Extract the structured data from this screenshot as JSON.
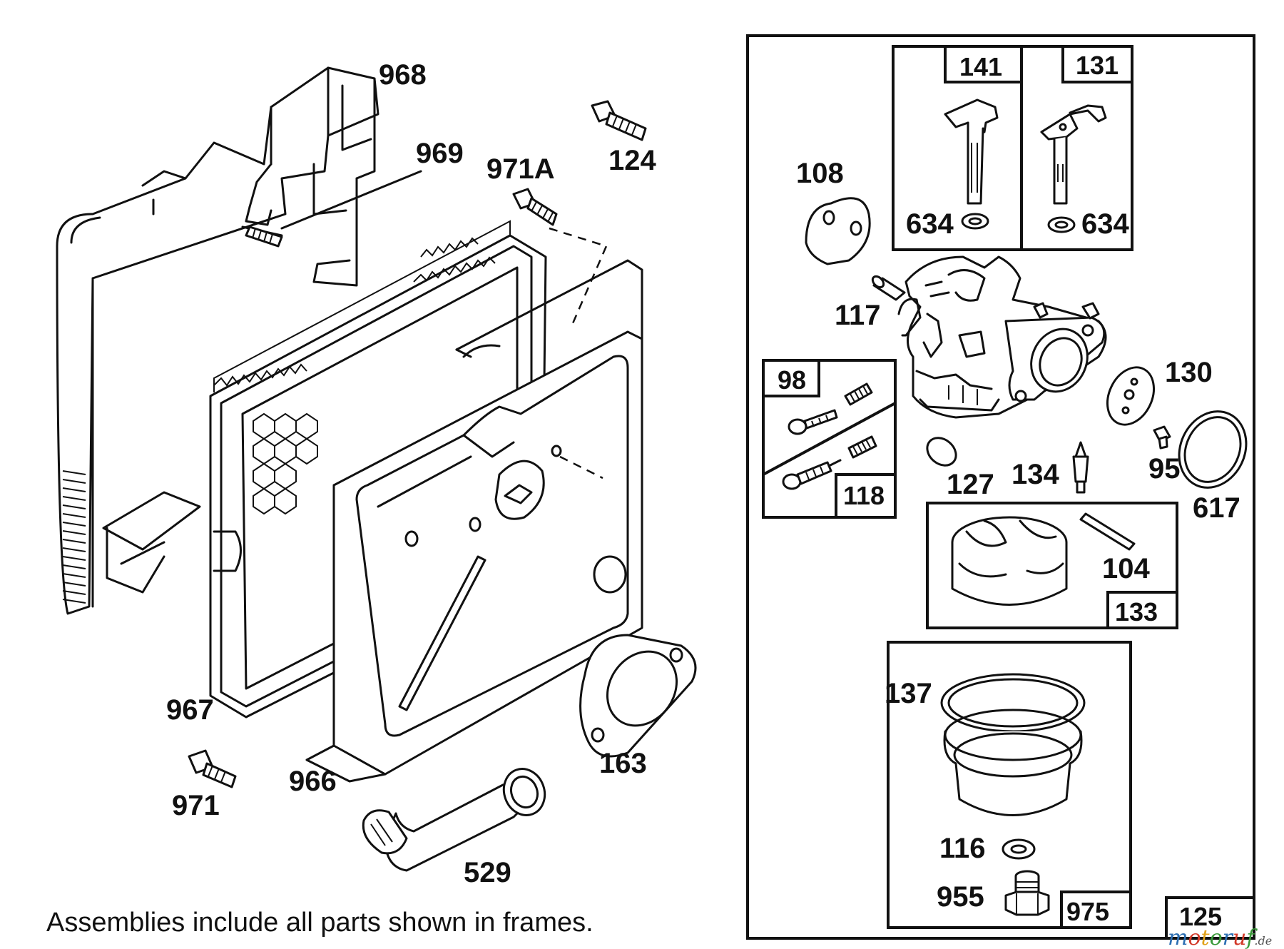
{
  "diagram": {
    "parts": {
      "p968": "968",
      "p969": "969",
      "p971A": "971A",
      "p124": "124",
      "p967": "967",
      "p966": "966",
      "p971": "971",
      "p163": "163",
      "p529": "529",
      "p108": "108",
      "p141": "141",
      "p131": "131",
      "p634a": "634",
      "p634b": "634",
      "p117": "117",
      "p98": "98",
      "p118": "118",
      "p130": "130",
      "p127": "127",
      "p134": "134",
      "p95": "95",
      "p617": "617",
      "p104": "104",
      "p133": "133",
      "p137": "137",
      "p116": "116",
      "p955": "955",
      "p975": "975",
      "p125": "125"
    },
    "footnote": "Assemblies include all parts shown in frames.",
    "watermark": {
      "letters": [
        "m",
        "o",
        "t",
        "o",
        "r",
        "u",
        "f"
      ],
      "suffix": ".de",
      "colors": [
        "#2c6fb3",
        "#d23a2a",
        "#e0a21a",
        "#3a9a3a",
        "#2c6fb3",
        "#d23a2a",
        "#3a9a3a"
      ]
    }
  }
}
